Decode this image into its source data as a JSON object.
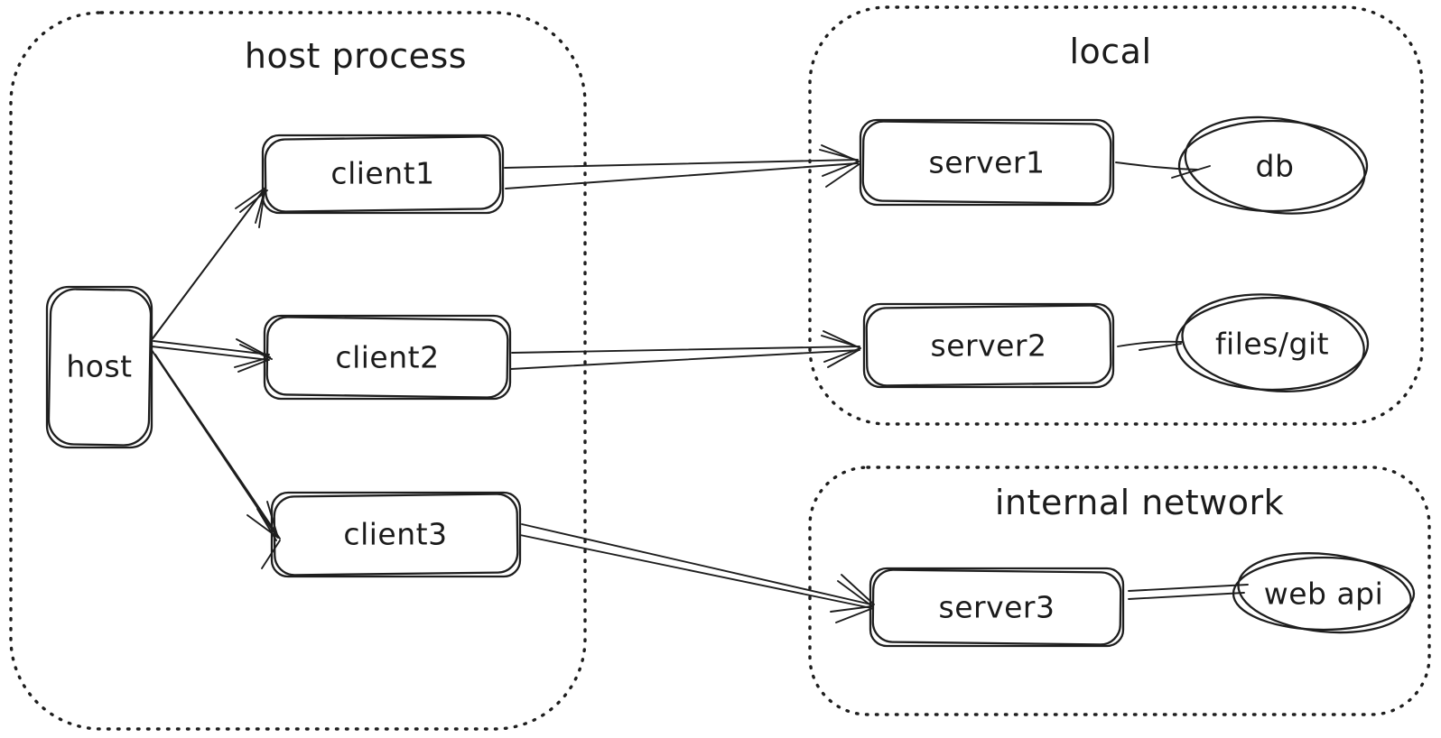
{
  "diagram": {
    "style": "hand-drawn sketch",
    "colors": {
      "ink": "#1e1e1e",
      "background": "#ffffff"
    },
    "groups": [
      {
        "id": "host-process",
        "label": "host process"
      },
      {
        "id": "local",
        "label": "local"
      },
      {
        "id": "internal-network",
        "label": "internal network"
      }
    ],
    "nodes": [
      {
        "id": "host",
        "label": "host",
        "shape": "rectangle",
        "group": "host-process"
      },
      {
        "id": "client1",
        "label": "client1",
        "shape": "rectangle",
        "group": "host-process"
      },
      {
        "id": "client2",
        "label": "client2",
        "shape": "rectangle",
        "group": "host-process"
      },
      {
        "id": "client3",
        "label": "client3",
        "shape": "rectangle",
        "group": "host-process"
      },
      {
        "id": "server1",
        "label": "server1",
        "shape": "rectangle",
        "group": "local"
      },
      {
        "id": "server2",
        "label": "server2",
        "shape": "rectangle",
        "group": "local"
      },
      {
        "id": "server3",
        "label": "server3",
        "shape": "rectangle",
        "group": "internal-network"
      },
      {
        "id": "db",
        "label": "db",
        "shape": "ellipse",
        "group": "local"
      },
      {
        "id": "files-git",
        "label": "files/git",
        "shape": "ellipse",
        "group": "local"
      },
      {
        "id": "web-api",
        "label": "web api",
        "shape": "ellipse",
        "group": "internal-network"
      }
    ],
    "edges": [
      {
        "from": "host",
        "to": "client1",
        "style": "arrow"
      },
      {
        "from": "host",
        "to": "client2",
        "style": "arrow"
      },
      {
        "from": "host",
        "to": "client3",
        "style": "arrow"
      },
      {
        "from": "client1",
        "to": "server1",
        "style": "arrow"
      },
      {
        "from": "client2",
        "to": "server2",
        "style": "arrow"
      },
      {
        "from": "client3",
        "to": "server3",
        "style": "arrow"
      },
      {
        "from": "server1",
        "to": "db",
        "style": "line"
      },
      {
        "from": "server2",
        "to": "files-git",
        "style": "line"
      },
      {
        "from": "server3",
        "to": "web-api",
        "style": "line"
      }
    ]
  }
}
